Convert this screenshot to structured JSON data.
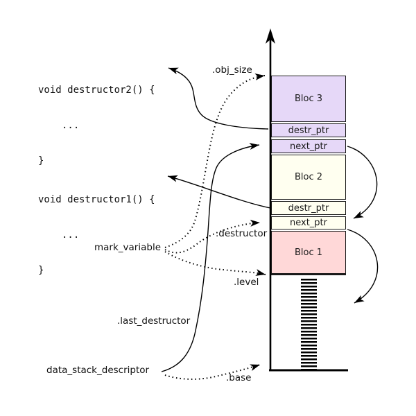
{
  "colors": {
    "lavender": "#e6d8f8",
    "ivory": "#fffff0",
    "pink": "#ffd8d8",
    "line": "#000000"
  },
  "code_blocks": {
    "destructor2": {
      "line1": "void destructor2() {",
      "line2": "...",
      "line3": "}"
    },
    "destructor1": {
      "line1": "void destructor1() {",
      "line2": "...",
      "line3": "}"
    }
  },
  "labels": {
    "obj_size": ".obj_size",
    "destructor": ".destructor",
    "level": ".level",
    "last_destructor": ".last_destructor",
    "base": ".base",
    "mark_variable": "mark_variable",
    "data_stack_descriptor": "data_stack_descriptor"
  },
  "stack": {
    "bloc3": {
      "label": "Bloc 3"
    },
    "bloc3_destr_ptr": {
      "label": "destr_ptr"
    },
    "bloc3_next_ptr": {
      "label": "next_ptr"
    },
    "bloc2": {
      "label": "Bloc 2"
    },
    "bloc2_destr_ptr": {
      "label": "destr_ptr"
    },
    "bloc2_next_ptr": {
      "label": "next_ptr"
    },
    "bloc1": {
      "label": "Bloc 1"
    }
  }
}
